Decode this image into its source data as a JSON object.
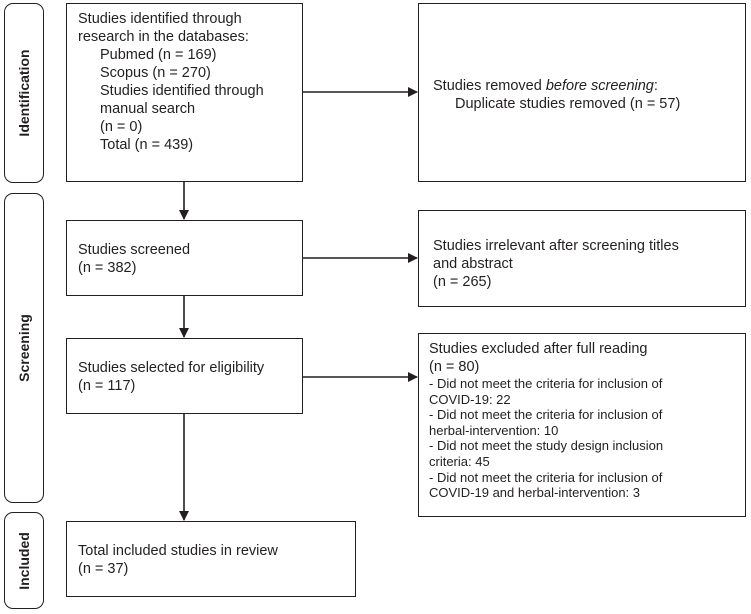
{
  "phases": {
    "identification": "Identification",
    "screening": "Screening",
    "included": "Included"
  },
  "identified": {
    "heading_line1": "Studies identified through",
    "heading_line2": "research in the databases:",
    "pubmed": "Pubmed (n = 169)",
    "scopus": "Scopus (n = 270)",
    "manual_line1": "Studies identified through",
    "manual_line2": "manual search",
    "manual_n": "(n = 0)",
    "total": "Total (n = 439)"
  },
  "removed": {
    "heading_prefix": "Studies removed ",
    "heading_italic": "before screening",
    "heading_suffix": ":",
    "duplicates": "Duplicate studies removed (n = 57)"
  },
  "screened": {
    "label": "Studies screened",
    "n": "(n = 382)"
  },
  "irrelevant": {
    "line1": "Studies irrelevant after screening titles",
    "line2": "and abstract",
    "n": "(n = 265)"
  },
  "eligibility": {
    "label": "Studies selected for eligibility",
    "n": "(n = 117)"
  },
  "excluded": {
    "heading": "Studies excluded after full reading",
    "n": "(n = 80)",
    "reasons": [
      "- Did not meet the criteria for inclusion of",
      "COVID-19: 22",
      "- Did not meet the criteria for inclusion of",
      "herbal-intervention: 10",
      "- Did not meet the study design inclusion",
      "criteria: 45",
      "- Did not meet the criteria for inclusion of",
      "COVID-19 and herbal-intervention: 3"
    ]
  },
  "included_box": {
    "label": "Total included studies in review",
    "n": "(n = 37)"
  }
}
